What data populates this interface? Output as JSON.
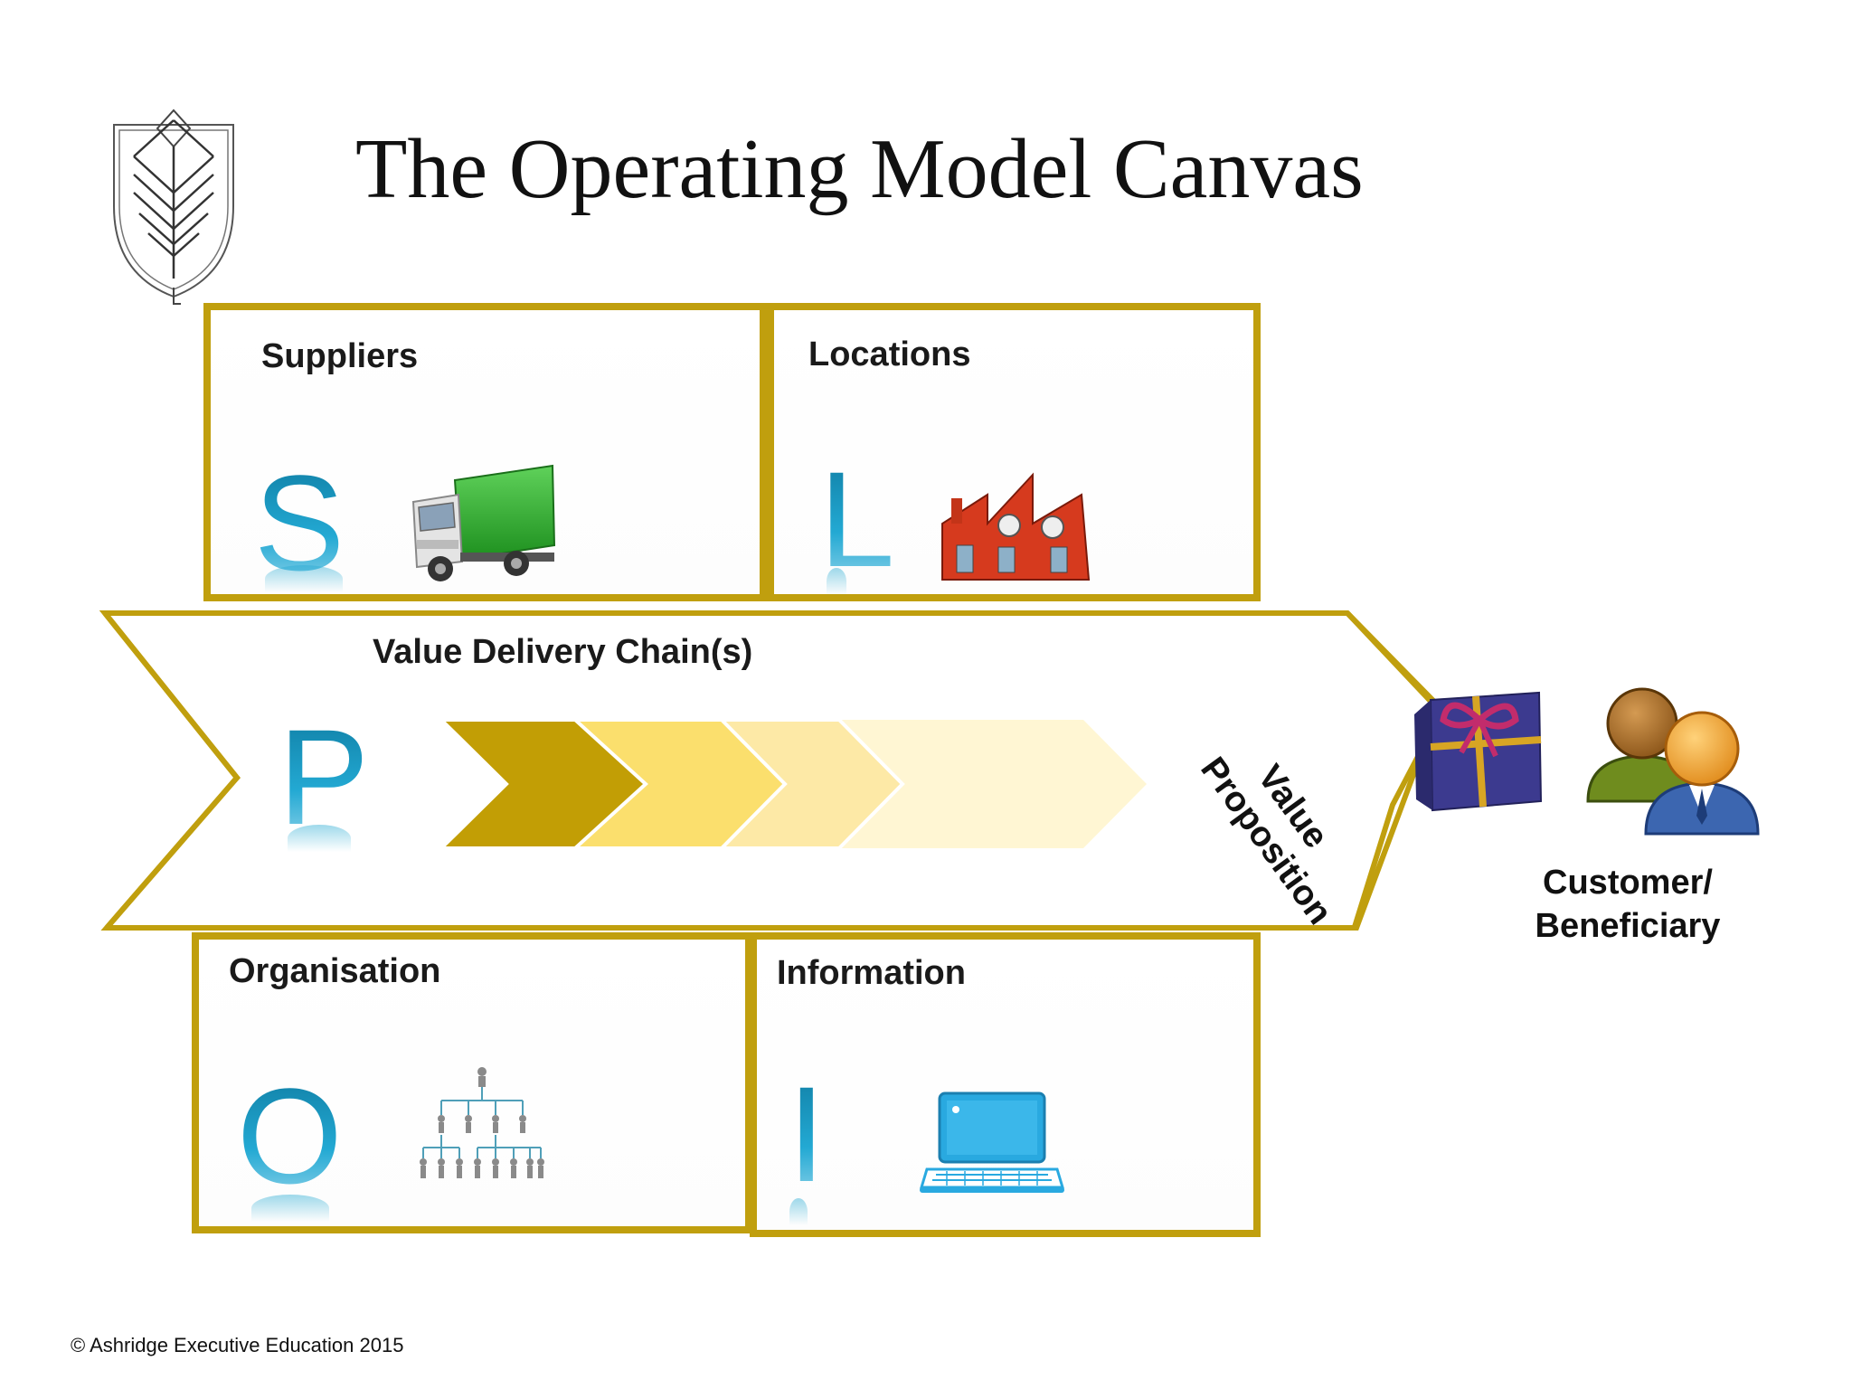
{
  "title": "The Operating Model Canvas",
  "blocks": {
    "suppliers": {
      "label": "Suppliers",
      "letter": "S",
      "icon": "truck-icon"
    },
    "locations": {
      "label": "Locations",
      "letter": "L",
      "icon": "factory-icon"
    },
    "value_chain": {
      "label": "Value Delivery Chain(s)",
      "letter": "P",
      "icon": "chevron-steps-icon"
    },
    "organisation": {
      "label": "Organisation",
      "letter": "O",
      "icon": "org-chart-icon"
    },
    "information": {
      "label": "Information",
      "letter": "I",
      "icon": "laptop-icon"
    }
  },
  "value_proposition": {
    "line1": "Value",
    "line2": "Proposition",
    "icon": "gift-icon"
  },
  "customer": {
    "line1": "Customer/",
    "line2": "Beneficiary",
    "icon": "people-icon"
  },
  "copyright": "© Ashridge Executive Education 2015",
  "colors": {
    "frame": "#c09f0e",
    "letter": "#1a8db3",
    "chevron_dark": "#c29e05",
    "chevron_mid": "#fbdf6d",
    "chevron_light": "#fde9a6",
    "chevron_lightest": "#fff6d3"
  }
}
